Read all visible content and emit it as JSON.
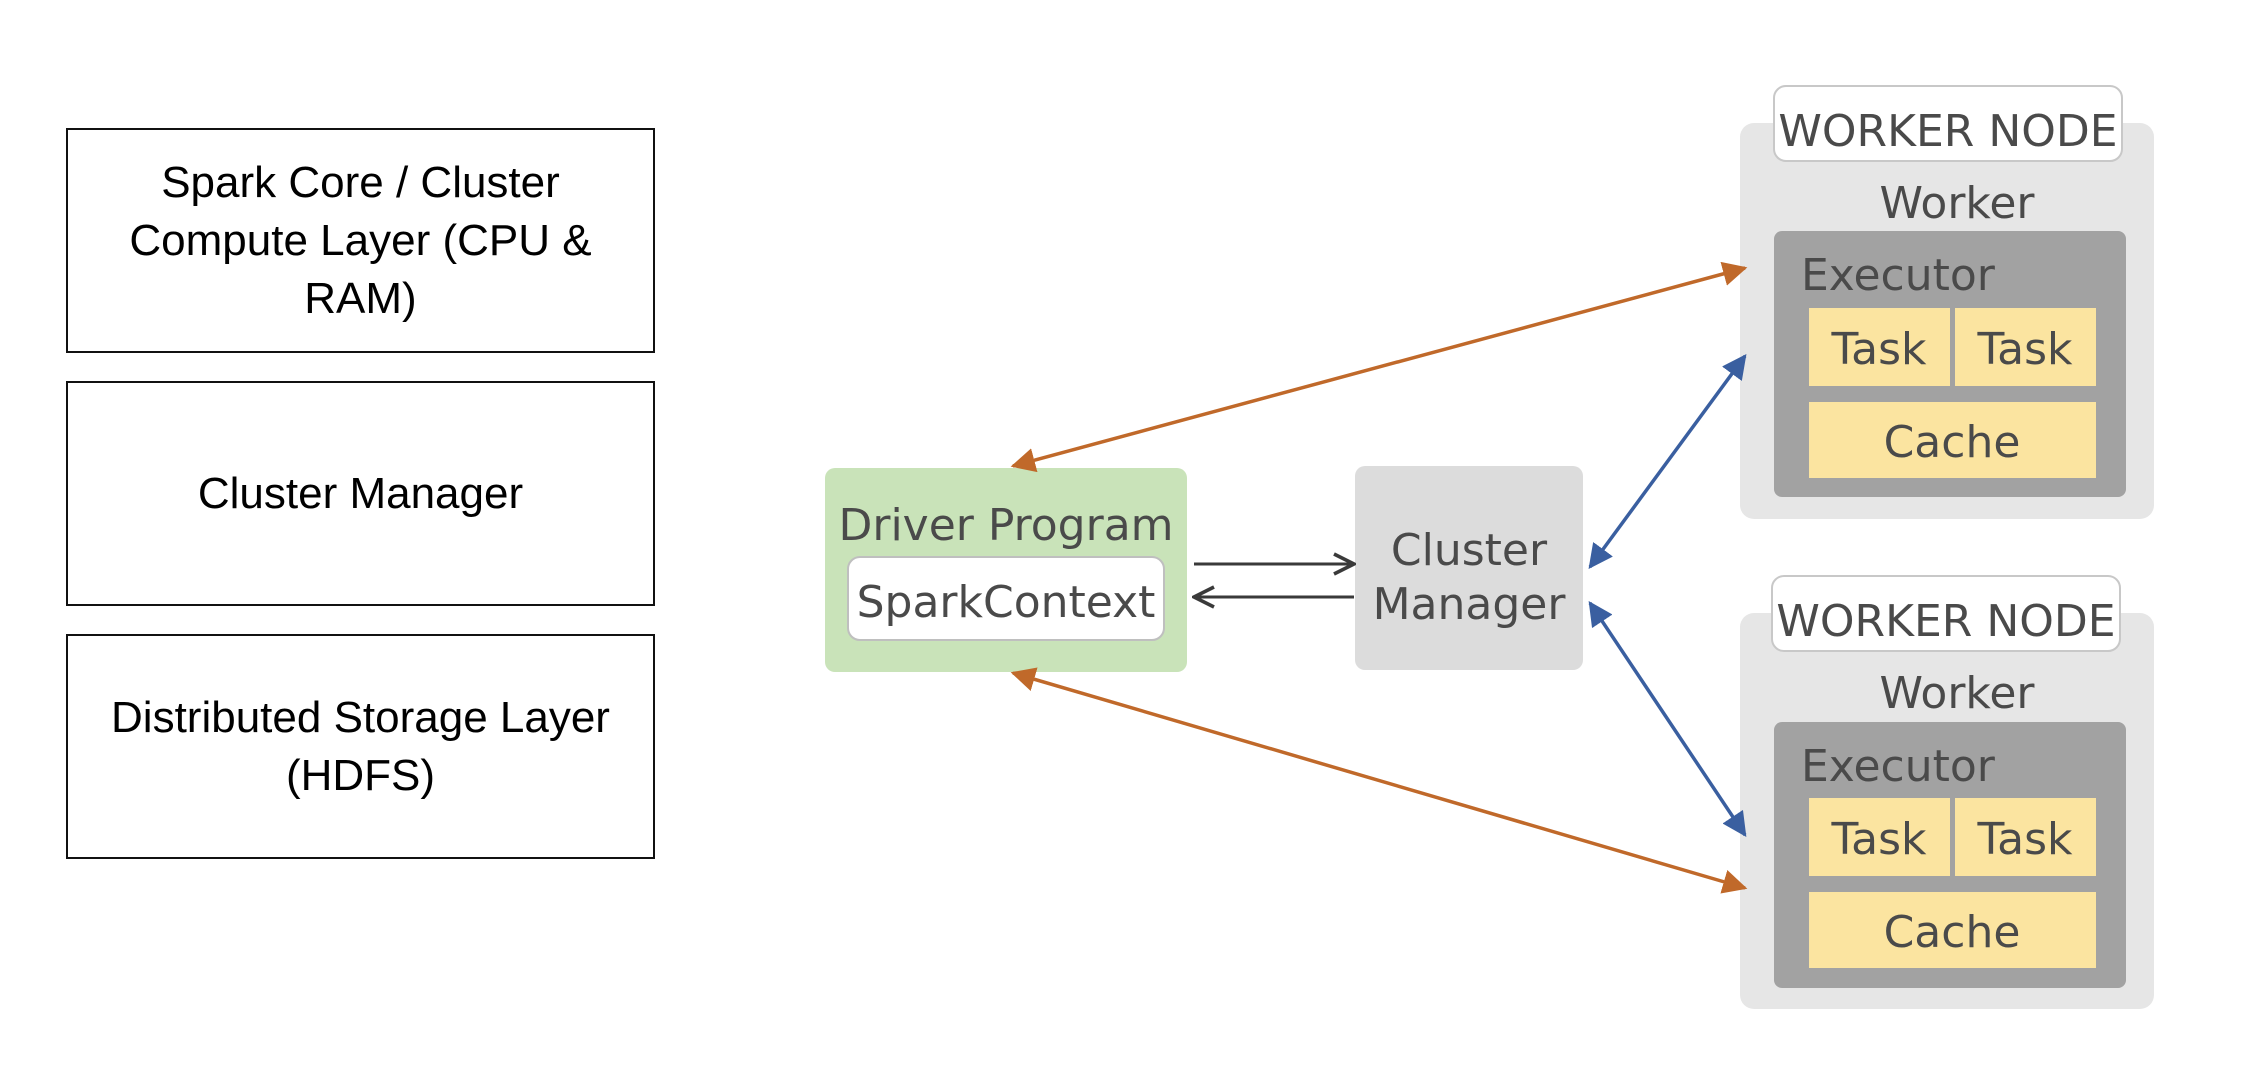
{
  "layers": {
    "compute": "Spark Core / Cluster Compute Layer (CPU & RAM)",
    "manager": "Cluster Manager",
    "storage": "Distributed Storage Layer (HDFS)"
  },
  "driver": {
    "title": "Driver Program",
    "context": "SparkContext"
  },
  "cluster_manager": {
    "line1": "Cluster",
    "line2": "Manager"
  },
  "worker_nodes": [
    {
      "header": "WORKER NODE",
      "worker": "Worker",
      "executor": "Executor",
      "tasks": [
        "Task",
        "Task"
      ],
      "cache": "Cache"
    },
    {
      "header": "WORKER NODE",
      "worker": "Worker",
      "executor": "Executor",
      "tasks": [
        "Task",
        "Task"
      ],
      "cache": "Cache"
    }
  ],
  "colors": {
    "driver_fill": "#c9e3b9",
    "manager_fill": "#dcdcdc",
    "worker_fill": "#e6e6e6",
    "executor_fill": "#a2a2a2",
    "task_fill": "#fbe4a0",
    "orange_arrow": "#c0692a",
    "blue_arrow": "#3a5fa0",
    "black_arrow": "#3a3a3a"
  }
}
